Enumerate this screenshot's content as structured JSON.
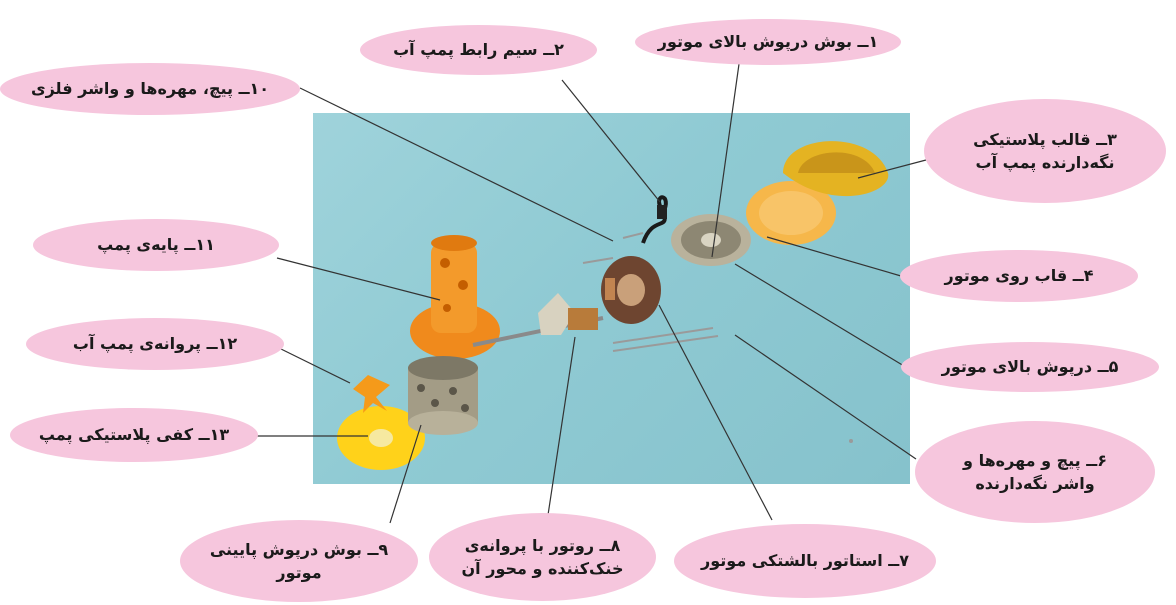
{
  "labels": {
    "l1": {
      "text": "۱ــ بوش درپوش بالای موتور"
    },
    "l2": {
      "text": "۲ــ سیم رابط پمپ آب"
    },
    "l3": {
      "line1": "۳ــ قالب پلاستیکی",
      "line2": "نگه‌دارنده پمپ آب"
    },
    "l4": {
      "text": "۴ــ قاب روی موتور"
    },
    "l5": {
      "text": "۵ــ درپوش بالای موتور"
    },
    "l6": {
      "line1": "۶ــ پیچ و مهره‌ها و",
      "line2": "واشر نگه‌دارنده"
    },
    "l7": {
      "text": "۷ــ استاتور بالشتکی موتور"
    },
    "l8": {
      "line1": "۸ــ روتور با پروانه‌ی",
      "line2": "خنک‌کننده و محور آن"
    },
    "l9": {
      "line1": "۹ــ بوش درپوش پایینی",
      "line2": "موتور"
    },
    "l10": {
      "text": "۱۰ــ پیچ، مهره‌ها و واشر فلزی"
    },
    "l11": {
      "text": "۱۱ــ پایه‌ی پمپ"
    },
    "l12": {
      "text": "۱۲ــ پروانه‌ی پمپ آب"
    },
    "l13": {
      "text": "۱۳ــ کفی پلاستیکی پمپ"
    }
  },
  "colors": {
    "label_bg": "#f6c6dd",
    "photo_bg": "#8fcad3",
    "leader": "#333333"
  }
}
